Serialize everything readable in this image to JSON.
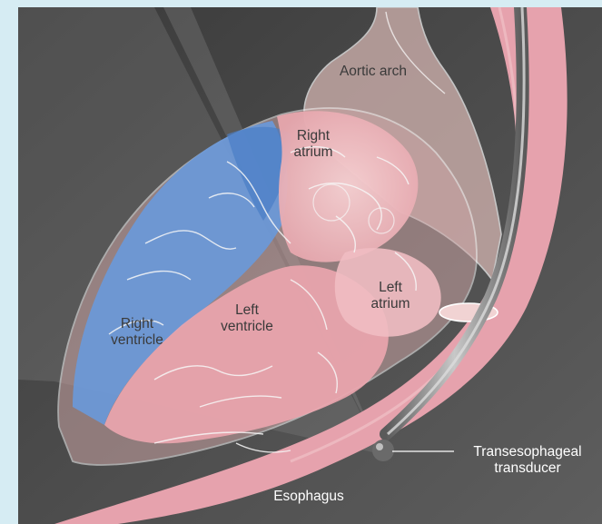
{
  "figure": {
    "labels": {
      "aortic_arch": "Aortic arch",
      "right_atrium": [
        "Right",
        "atrium"
      ],
      "left_atrium": [
        "Left",
        "atrium"
      ],
      "left_ventricle": [
        "Left",
        "ventricle"
      ],
      "right_ventricle": [
        "Right",
        "ventricle"
      ],
      "transducer": [
        "Transesophageal",
        "transducer"
      ],
      "esophagus": "Esophagus"
    },
    "colors": {
      "page_background": "#d6ecf3",
      "panel_background": "#545454",
      "heart_pink": "#e9a9b1",
      "right_ventricle_blue": "#6c98d6",
      "esophagus_pink": "#e6a2ad",
      "probe_gray": "#9a9a9a"
    }
  }
}
